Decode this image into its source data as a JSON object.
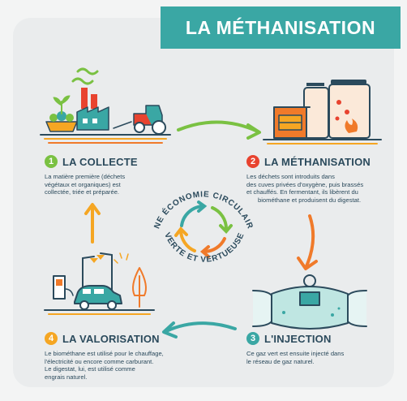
{
  "title": "LA MÉTHANISATION",
  "colors": {
    "teal": "#3aa7a4",
    "green": "#7ac142",
    "orange": "#f07a2a",
    "red": "#e8432f",
    "navy": "#2b4a5c",
    "yellow": "#f5a623"
  },
  "center": {
    "top_text": "UNE ÉCONOMIE CIRCULAIRE",
    "bottom_text": "VERTE ET VERTUEUSE"
  },
  "steps": [
    {
      "num": "1",
      "title": "LA COLLECTE",
      "lines": [
        "La matière première (déchets",
        "végétaux et organiques) est",
        "collectée, triée et préparée."
      ]
    },
    {
      "num": "2",
      "title": "LA MÉTHANISATION",
      "lines": [
        "Les déchets sont introduits dans",
        "des cuves privées d'oxygène, puis brassés",
        "et chauffés. En fermentant, ils libèrent du",
        "biométhane et produisent du digestat."
      ]
    },
    {
      "num": "3",
      "title": "L'INJECTION",
      "lines": [
        "Ce gaz vert est ensuite injecté dans",
        "le réseau de gaz naturel."
      ]
    },
    {
      "num": "4",
      "title": "LA VALORISATION",
      "lines": [
        "Le biométhane est utilisé pour le chauffage,",
        "l'électricité ou encore comme carburant.",
        "Le digestat, lui, est utilisé comme",
        "engrais naturel."
      ]
    }
  ]
}
